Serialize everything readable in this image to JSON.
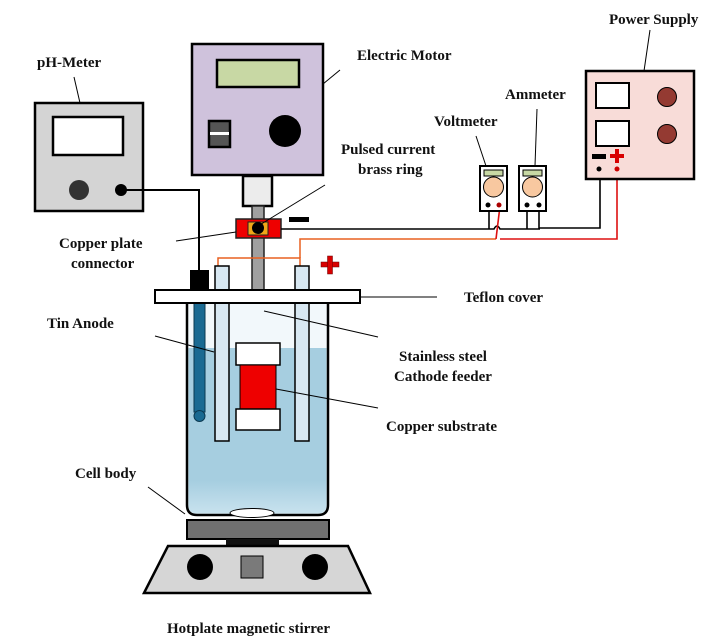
{
  "labels": {
    "ph_meter": "pH-Meter",
    "electric_motor": "Electric Motor",
    "power_supply": "Power Supply",
    "ammeter": "Ammeter",
    "voltmeter": "Voltmeter",
    "pulsed_current_line1": "Pulsed current",
    "pulsed_current_line2": "brass ring",
    "copper_plate_line1": "Copper plate",
    "copper_plate_line2": "connector",
    "teflon_cover": "Teflon cover",
    "tin_anode": "Tin Anode",
    "stainless_line1": "Stainless steel",
    "stainless_line2": "Cathode feeder",
    "copper_substrate": "Copper substrate",
    "cell_body": "Cell body",
    "hotplate": "Hotplate magnetic stirrer"
  },
  "symbols": {
    "minus": "minus-sign",
    "plus": "plus-sign"
  },
  "colors": {
    "motor_body": "#cfc2dc",
    "motor_display": "#c8d8a4",
    "ph_body": "#d4d4d4",
    "power_body": "#f8dcd8",
    "power_knob": "#943a32",
    "meter_dial": "#f8c8a0",
    "meter_display": "#c8d8a4",
    "solution": "#a8cfe0",
    "copper": "#ee0000",
    "electrode": "#d8e8f2",
    "ph_probe": "#1a6a92",
    "wire_red": "#dd1111",
    "wire_orange": "#e86020",
    "connector_yellow": "#f0a818",
    "shaft": "#a0a0a0",
    "stirrer_plate": "#707070",
    "stirrer_base": "#d6d6d6"
  }
}
